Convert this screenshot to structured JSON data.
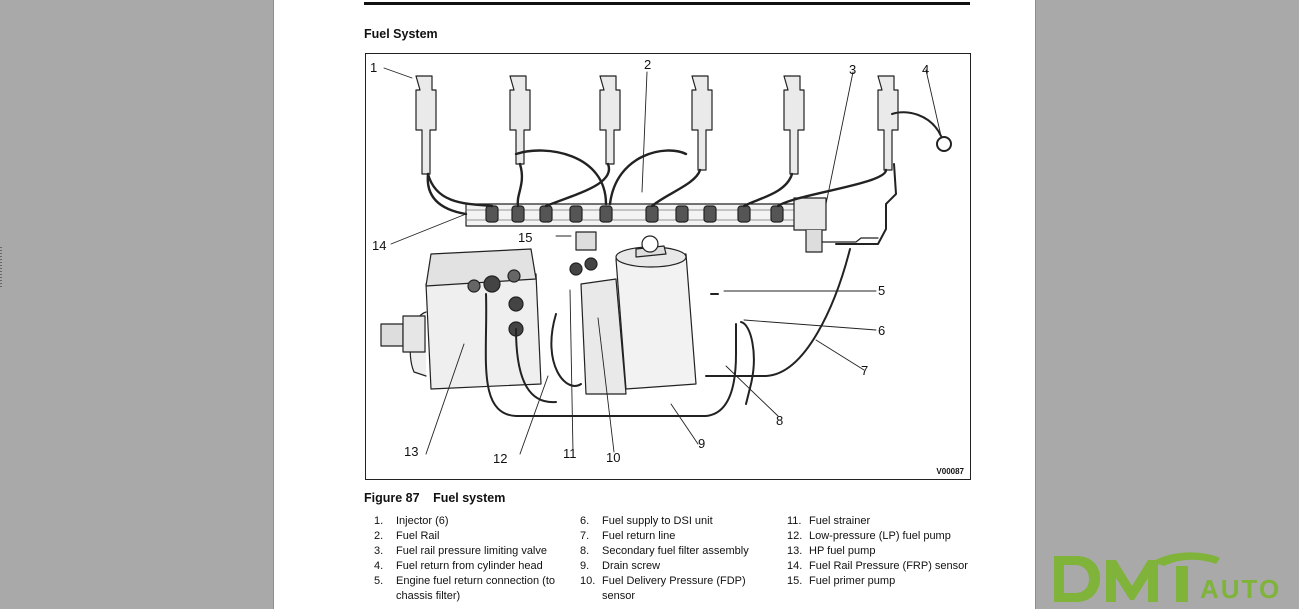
{
  "section_title": "Fuel System",
  "figure": {
    "code": "V00087",
    "callouts": [
      "1",
      "2",
      "3",
      "4",
      "5",
      "6",
      "7",
      "8",
      "9",
      "10",
      "11",
      "12",
      "13",
      "14",
      "15"
    ]
  },
  "caption": {
    "number": "Figure 87",
    "title": "Fuel system"
  },
  "legend": [
    [
      {
        "n": "1.",
        "t": "Injector (6)"
      },
      {
        "n": "2.",
        "t": "Fuel Rail"
      },
      {
        "n": "3.",
        "t": "Fuel rail pressure limiting valve"
      },
      {
        "n": "4.",
        "t": "Fuel return from cylinder head"
      },
      {
        "n": "5.",
        "t": "Engine fuel return connection (to"
      },
      {
        "n": "",
        "t": "chassis filter)"
      }
    ],
    [
      {
        "n": "6.",
        "t": "Fuel supply to DSI unit"
      },
      {
        "n": "7.",
        "t": "Fuel return line"
      },
      {
        "n": "8.",
        "t": "Secondary fuel filter assembly"
      },
      {
        "n": "9.",
        "t": "Drain screw"
      },
      {
        "n": "10.",
        "t": "Fuel Delivery Pressure (FDP)"
      },
      {
        "n": "",
        "t": "sensor"
      }
    ],
    [
      {
        "n": "11.",
        "t": "Fuel strainer"
      },
      {
        "n": "12.",
        "t": "Low-pressure (LP) fuel pump"
      },
      {
        "n": "13.",
        "t": "HP fuel pump"
      },
      {
        "n": "14.",
        "t": "Fuel Rail Pressure (FRP) sensor"
      },
      {
        "n": "15.",
        "t": "Fuel primer pump"
      }
    ]
  ],
  "watermark": {
    "text": "AUTO",
    "color": "#7fb33a"
  }
}
